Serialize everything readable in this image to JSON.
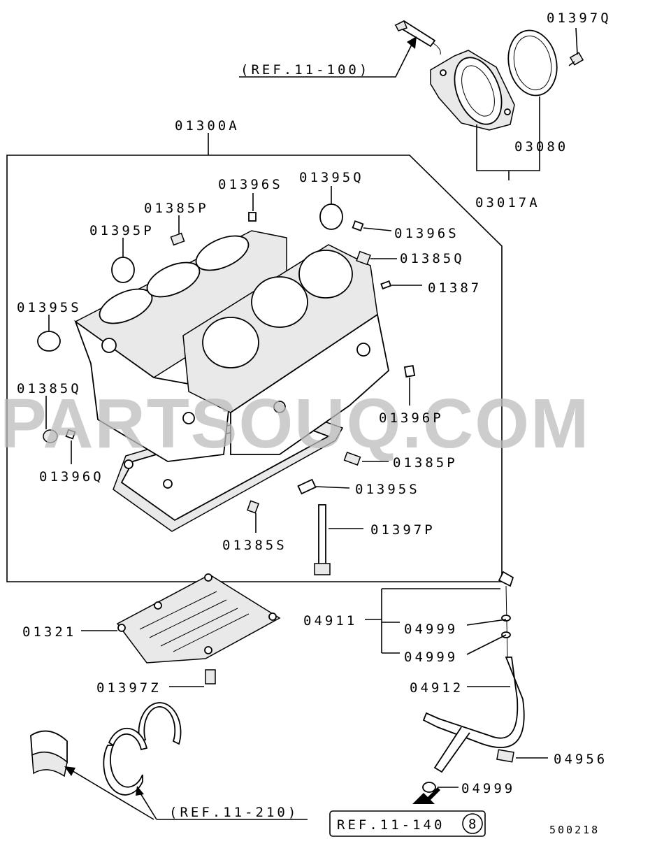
{
  "watermark": "PARTSOUQ.COM",
  "figure_code": "500218",
  "references": {
    "top": "(REF.11-100)",
    "bottom_left": "(REF.11-210)",
    "bottom_right": "REF.11-140",
    "bottom_right_circle": "8"
  },
  "labels": {
    "p01397Q": "01397Q",
    "p03080": "03080",
    "p03017A": "03017A",
    "p01300A": "01300A",
    "p01396S_a": "01396S",
    "p01395Q": "01395Q",
    "p01385P_a": "01385P",
    "p01395P": "01395P",
    "p01396S_b": "01396S",
    "p01385Q_a": "01385Q",
    "p01387": "01387",
    "p01395S_a": "01395S",
    "p01385Q_b": "01385Q",
    "p01396P": "01396P",
    "p01396Q": "01396Q",
    "p01385P_b": "01385P",
    "p01395S_b": "01395S",
    "p01397P": "01397P",
    "p01385S": "01385S",
    "p01321": "01321",
    "p01397Z": "01397Z",
    "p04911": "04911",
    "p04999_a": "04999",
    "p04999_b": "04999",
    "p04912": "04912",
    "p04956": "04956",
    "p04999_c": "04999"
  }
}
